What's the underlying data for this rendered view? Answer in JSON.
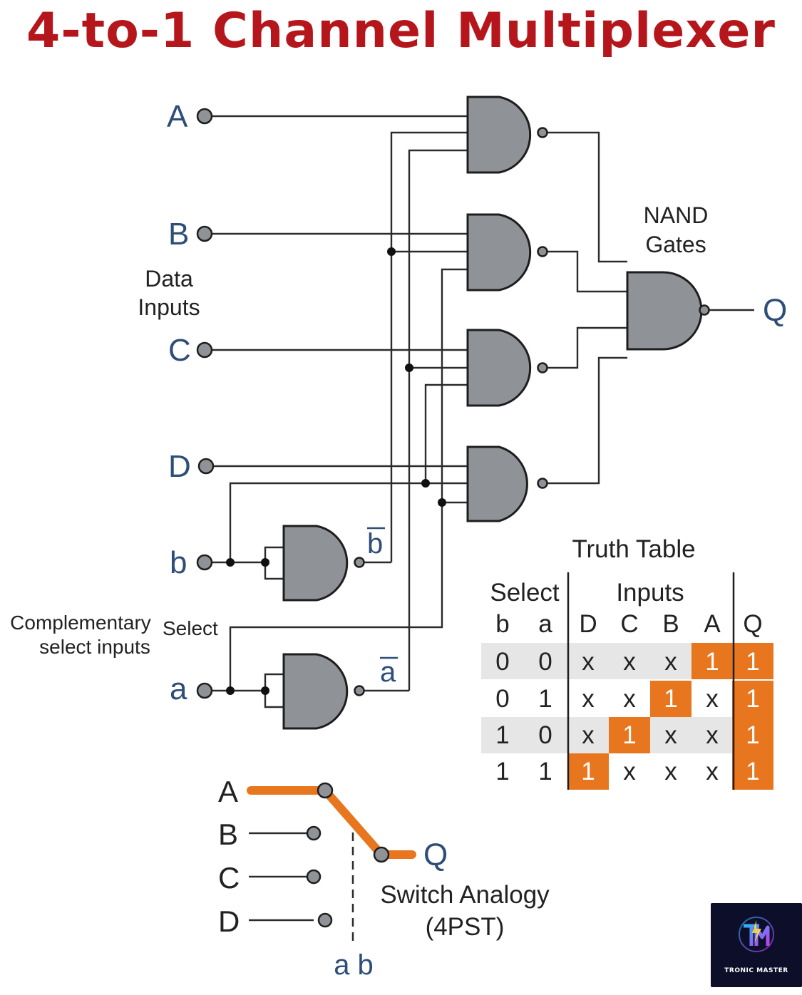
{
  "title": "4-to-1 Channel Multiplexer",
  "inputs": {
    "A": "A",
    "B": "B",
    "C": "C",
    "D": "D",
    "b": "b",
    "a": "a"
  },
  "labels": {
    "data_inputs_1": "Data",
    "data_inputs_2": "Inputs",
    "nand_gates_1": "NAND",
    "nand_gates_2": "Gates",
    "output": "Q",
    "b_bar": "b",
    "a_bar": "a",
    "complementary_1": "Complementary",
    "complementary_2": "select inputs",
    "select": "Select"
  },
  "truth_table": {
    "title": "Truth Table",
    "group_select": "Select",
    "group_inputs": "Inputs",
    "columns": [
      "b",
      "a",
      "D",
      "C",
      "B",
      "A",
      "Q"
    ],
    "rows": [
      [
        "0",
        "0",
        "x",
        "x",
        "x",
        "1",
        "1"
      ],
      [
        "0",
        "1",
        "x",
        "x",
        "1",
        "x",
        "1"
      ],
      [
        "1",
        "0",
        "x",
        "1",
        "x",
        "x",
        "1"
      ],
      [
        "1",
        "1",
        "1",
        "x",
        "x",
        "x",
        "1"
      ]
    ],
    "highlight_color": "#e8761e",
    "stripe_color": "#e6e6e6"
  },
  "switch_analogy": {
    "inputs": [
      "A",
      "B",
      "C",
      "D"
    ],
    "output": "Q",
    "label_1": "Switch Analogy",
    "label_2": "(4PST)",
    "select_label": "a b",
    "active_color": "#e8761e"
  },
  "logo": {
    "text": "TRONIC MASTER"
  },
  "colors": {
    "title": "#b5161c",
    "label_blue": "#2e4e78",
    "gate_fill": "#8f9296"
  }
}
